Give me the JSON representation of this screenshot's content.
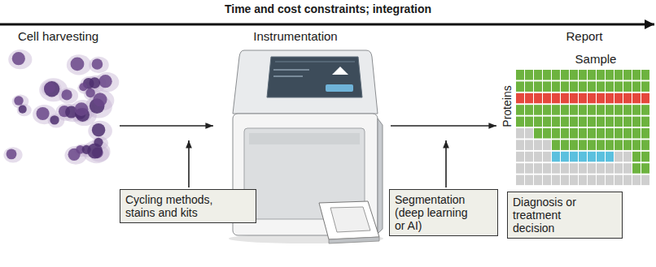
{
  "diagram": {
    "title": "Time and cost constraints; integration",
    "nodes": [
      {
        "text": [
          "Cell harvesting"
        ]
      },
      {
        "text": [
          "Instrumentation"
        ]
      },
      {
        "text": [
          "Report",
          "Sample",
          "Proteins"
        ]
      },
      {
        "text": [
          "Cycling methods, stains and kits"
        ]
      },
      {
        "text": [
          "Segmentation (deep learning or AI)"
        ]
      },
      {
        "text": [
          "Diagnosis or treatment decision"
        ]
      }
    ],
    "edges": [
      {
        "from": 0,
        "to": 1,
        "arrow": "to"
      },
      {
        "from": 1,
        "to": 2,
        "arrow": "to"
      }
    ]
  }
}
